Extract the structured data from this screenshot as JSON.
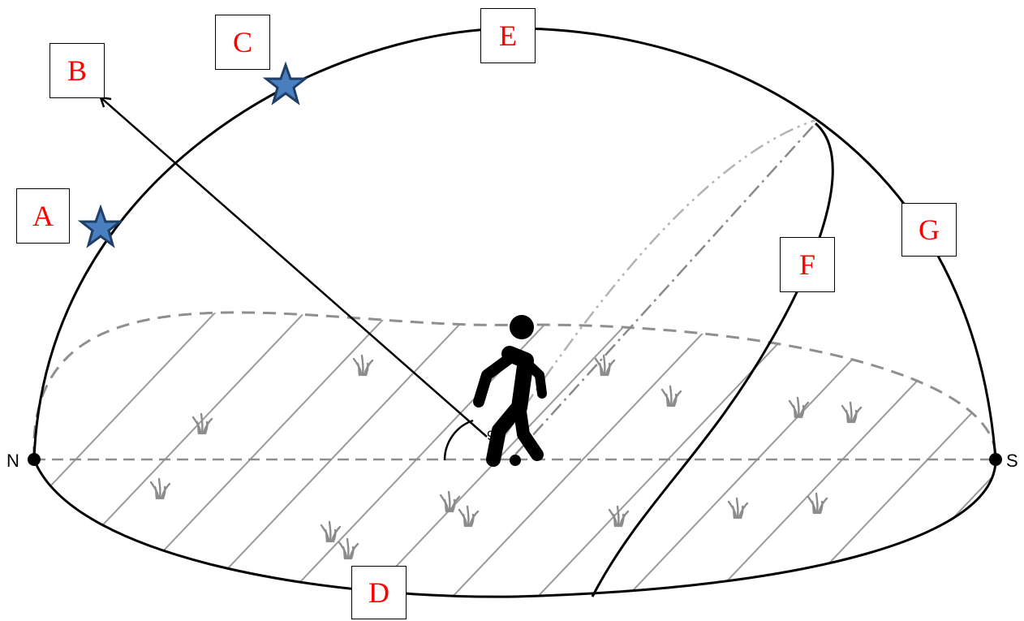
{
  "labels": {
    "A": "A",
    "B": "B",
    "C": "C",
    "D": "D",
    "E": "E",
    "F": "F",
    "G": "G"
  },
  "directions": {
    "north": "N",
    "south": "S"
  },
  "angle": "90",
  "colors": {
    "label_text": "#ff0000",
    "star_fill": "#4a7fc0",
    "star_stroke": "#1f3f66",
    "hatch": "#9a9a9a",
    "grass": "#8c8c8c",
    "outline": "#000000"
  },
  "icons": {
    "star": "star-icon",
    "walker": "walking-person-icon",
    "grass": "grass-icon"
  }
}
